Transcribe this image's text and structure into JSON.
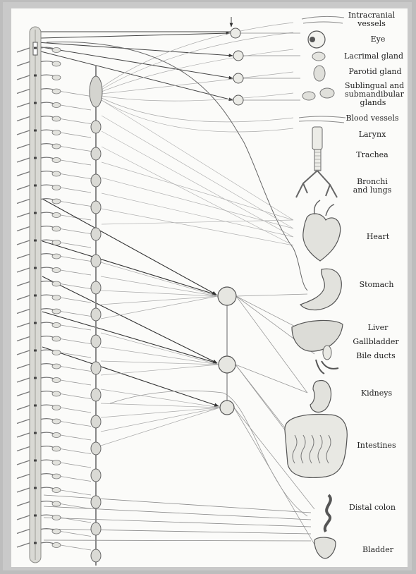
{
  "organs": [
    {
      "key": "intracranial",
      "label": "Intracranial vessels",
      "lines": [
        "Intracranial",
        "vessels"
      ]
    },
    {
      "key": "eye",
      "label": "Eye",
      "lines": [
        "Eye"
      ]
    },
    {
      "key": "lacrimal",
      "label": "Lacrimal gland",
      "lines": [
        "Lacrimal gland"
      ]
    },
    {
      "key": "parotid",
      "label": "Parotid gland",
      "lines": [
        "Parotid gland"
      ]
    },
    {
      "key": "sublingual",
      "label": "Sublingual and submandibular glands",
      "lines": [
        "Sublingual and",
        "submandibular",
        "glands"
      ]
    },
    {
      "key": "blood",
      "label": "Blood vessels",
      "lines": [
        "Blood vessels"
      ]
    },
    {
      "key": "larynx",
      "label": "Larynx",
      "lines": [
        "Larynx"
      ]
    },
    {
      "key": "trachea",
      "label": "Trachea",
      "lines": [
        "Trachea"
      ]
    },
    {
      "key": "bronchi",
      "label": "Bronchi and lungs",
      "lines": [
        "Bronchi",
        "and lungs"
      ]
    },
    {
      "key": "heart",
      "label": "Heart",
      "lines": [
        "Heart"
      ]
    },
    {
      "key": "stomach",
      "label": "Stomach",
      "lines": [
        "Stomach"
      ]
    },
    {
      "key": "liver",
      "label": "Liver",
      "lines": [
        "Liver"
      ]
    },
    {
      "key": "gallbladder",
      "label": "Gallbladder",
      "lines": [
        "Gallbladder"
      ]
    },
    {
      "key": "bile",
      "label": "Bile ducts",
      "lines": [
        "Bile ducts"
      ]
    },
    {
      "key": "kidneys",
      "label": "Kidneys",
      "lines": [
        "Kidneys"
      ]
    },
    {
      "key": "intestines",
      "label": "Intestines",
      "lines": [
        "Intestines"
      ]
    },
    {
      "key": "distal",
      "label": "Distal colon",
      "lines": [
        "Distal colon"
      ]
    },
    {
      "key": "bladder",
      "label": "Bladder",
      "lines": [
        "Bladder"
      ]
    }
  ]
}
